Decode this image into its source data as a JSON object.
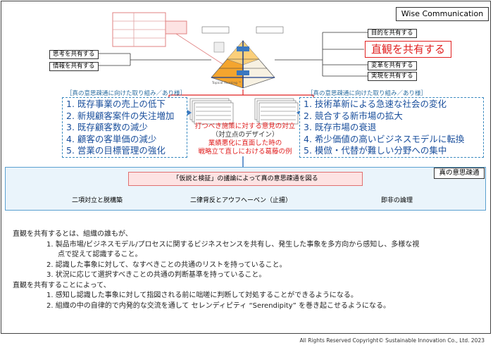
{
  "header": {
    "title": "Wise Communication"
  },
  "left_labels": [
    "思考を共有する",
    "情報を共有する"
  ],
  "right_labels": {
    "purpose": "目的を共有する",
    "intuition": "直観を共有する",
    "change": "変革を共有する",
    "reality": "実現を共有する"
  },
  "left_section": {
    "heading": "［真の意思疎通に向けた取り組み／あり様］",
    "items": [
      "1. 既存事業の売上の低下",
      "2. 新規顧客案件の失注増加",
      "3. 既存顧客数の減少",
      "4. 顧客の客単価の減少",
      "5. 営業の目標管理の強化"
    ]
  },
  "right_section": {
    "heading": "［真の意思疎通に向けた取り組み／あり様］",
    "items": [
      "1. 技術革新による急速な社会の変化",
      "2. 競合する新市場の拡大",
      "3. 既存市場の衰退",
      "4. 希少価値の高いビジネスモデルに転換",
      "5. 模倣・代替が難しい分野への集中"
    ]
  },
  "center": {
    "opposition_line1": "打つべき施策に対する意見の対立",
    "opposition_line2": "（対立点のデザイン）",
    "conflict_line1": "業績悪化に直面した時の",
    "conflict_line2": "戦略立て直しにおける葛藤の例"
  },
  "band": {
    "label": "真の意思疎通",
    "banner": "「仮説と検証」の議論によって真の意思疎通を図る",
    "bottom": [
      "二項対立と脱構築",
      "二律背反とアウフヘーベン（止揚）",
      "即非の論理"
    ]
  },
  "body": {
    "intro": "直観を共有するとは、組織の誰もが、",
    "points": [
      "1.  製品市場/ビジネスモデル/プロセスに関するビジネスセンスを共有し、発生した事象を多方向から感知し、多様な視",
      "点で捉えて認識すること。",
      "2.  認識した事象に対して、なすべきことの共通のリストを持っていること。",
      "3.  状況に応じて選択すべきことの共通の判断基準を持っていること。"
    ],
    "intro2": "直観を共有することによって、",
    "points2": [
      "1.   感知し認識した事象に対して指図される前に咄嗟に判断して対処することができるようになる。",
      "2.   組織の中の自律的で内発的な交流を通して セレンディピティ “Serendipity” を巻き起こせるようになる。"
    ]
  },
  "diagram_caption": "Topical Thinking ™",
  "footer": "All Rights Reserved Copyright© Sustainable Innovation Co., Ltd. 2023",
  "colors": {
    "accent_red": "#e02020",
    "accent_blue": "#1a4f9c",
    "band_bg": "#eaf4fb",
    "pink": "#fde3e3"
  }
}
